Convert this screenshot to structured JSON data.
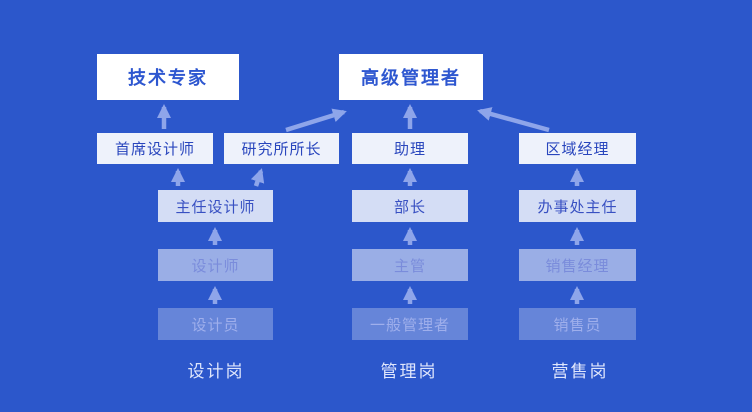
{
  "nodes": {
    "technical_expert": "技术专家",
    "senior_manager": "高级管理者",
    "chief_designer": "首席设计师",
    "research_institute_director": "研究所所长",
    "assistant": "助理",
    "regional_manager": "区域经理",
    "principal_designer": "主任设计师",
    "department_head": "部长",
    "office_director": "办事处主任",
    "designer": "设计师",
    "supervisor": "主管",
    "sales_manager": "销售经理",
    "junior_designer": "设计员",
    "general_manager": "一般管理者",
    "salesperson": "销售员"
  },
  "track_labels": {
    "design": "设计岗",
    "management": "管理岗",
    "sales": "营售岗"
  },
  "colors": {
    "background": "#2c57cb",
    "peak_box": "#ffffff",
    "peak_text": "#2e57d0",
    "arrow": "#8ea5ea",
    "track_label_text": "#dfe6fc"
  }
}
